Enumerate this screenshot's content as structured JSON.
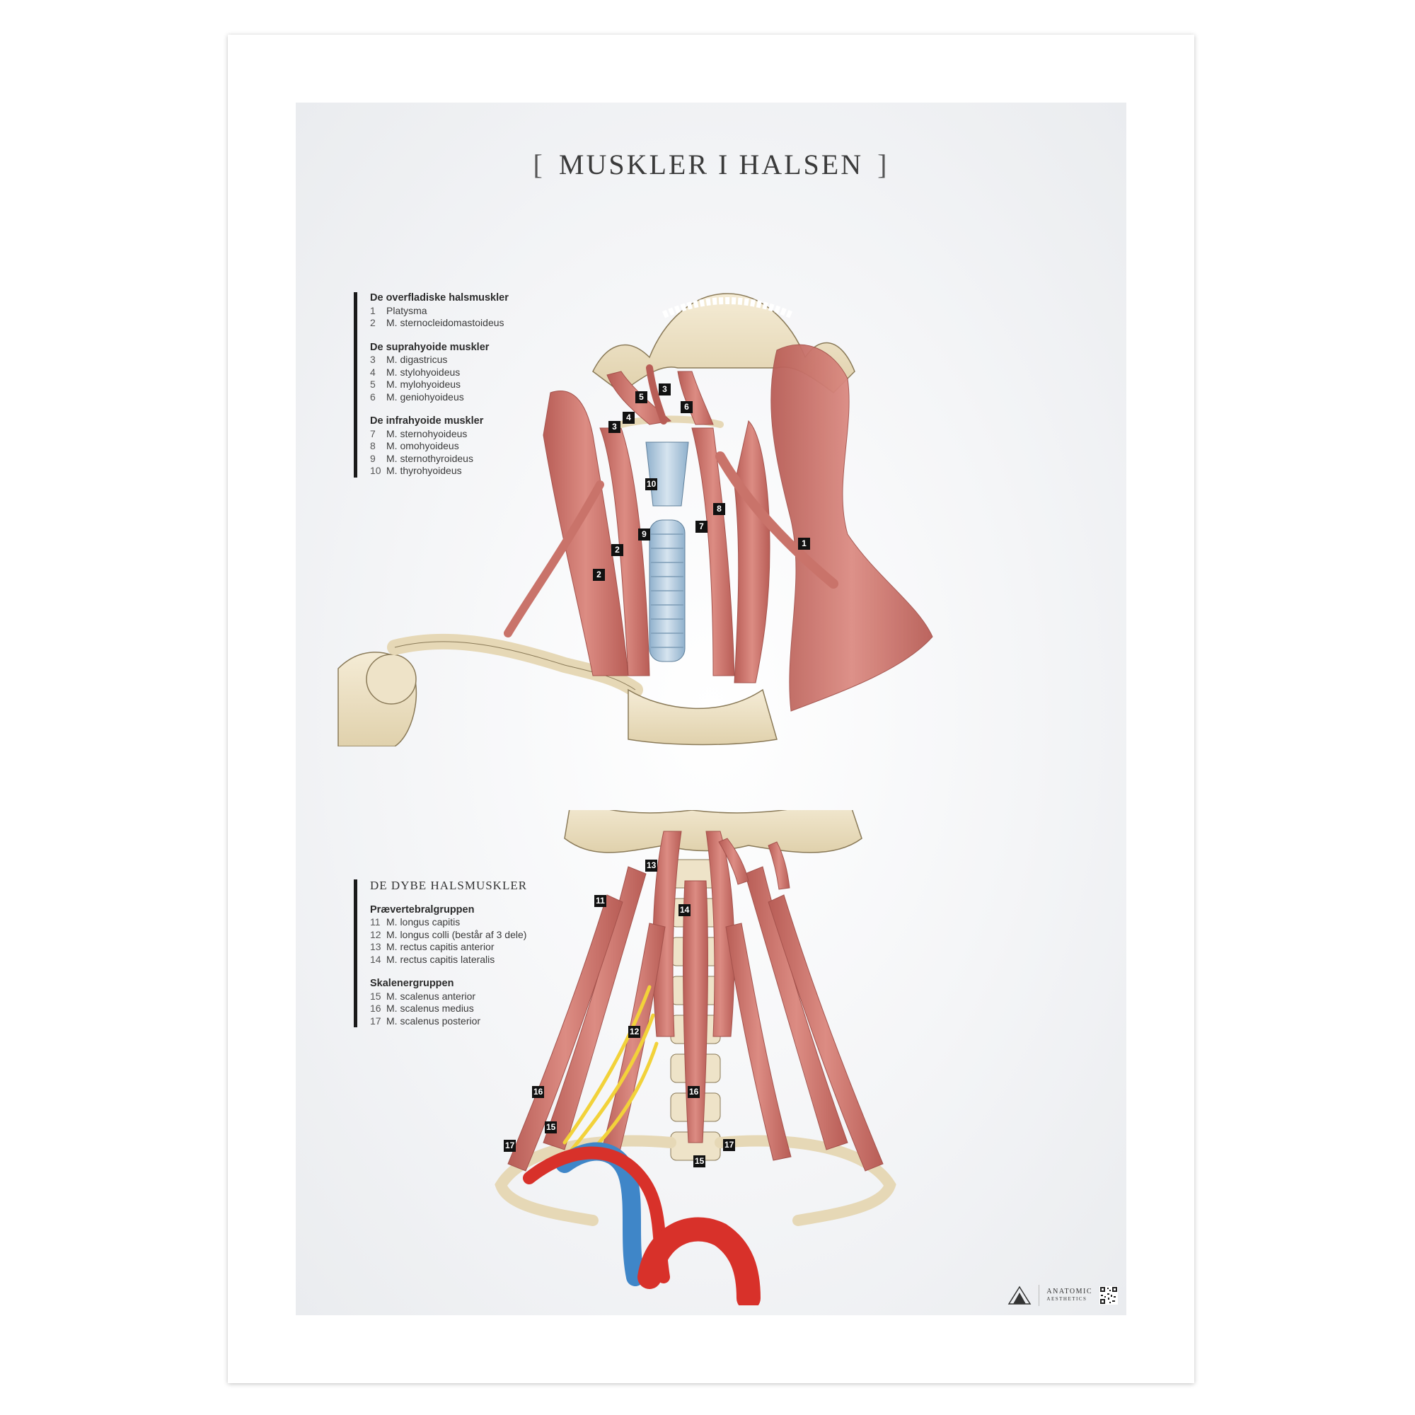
{
  "title": "MUSKLER I HALSEN",
  "title_open": "[",
  "title_close": "]",
  "legend_top": {
    "groups": [
      {
        "heading": "De overfladiske halsmuskler",
        "items": [
          {
            "num": "1",
            "label": "Platysma"
          },
          {
            "num": "2",
            "label": "M. sternocleidomastoideus"
          }
        ]
      },
      {
        "heading": "De suprahyoide muskler",
        "items": [
          {
            "num": "3",
            "label": "M. digastricus"
          },
          {
            "num": "4",
            "label": "M. stylohyoideus"
          },
          {
            "num": "5",
            "label": "M. mylohyoideus"
          },
          {
            "num": "6",
            "label": "M. geniohyoideus"
          }
        ]
      },
      {
        "heading": "De infrahyoide muskler",
        "items": [
          {
            "num": "7",
            "label": "M. sternohyoideus"
          },
          {
            "num": "8",
            "label": "M. omohyoideus"
          },
          {
            "num": "9",
            "label": "M. sternothyroideus"
          },
          {
            "num": "10",
            "label": "M. thyrohyoideus"
          }
        ]
      }
    ]
  },
  "legend_bottom": {
    "heading": "DE DYBE HALSMUSKLER",
    "groups": [
      {
        "heading": "Prævertebralgruppen",
        "items": [
          {
            "num": "11",
            "label": "M. longus capitis"
          },
          {
            "num": "12",
            "label": "M. longus colli (består af 3 dele)"
          },
          {
            "num": "13",
            "label": "M. rectus capitis anterior"
          },
          {
            "num": "14",
            "label": "M. rectus capitis lateralis"
          }
        ]
      },
      {
        "heading": "Skalenergruppen",
        "items": [
          {
            "num": "15",
            "label": "M. scalenus anterior"
          },
          {
            "num": "16",
            "label": "M. scalenus medius"
          },
          {
            "num": "17",
            "label": "M. scalenus posterior"
          }
        ]
      }
    ]
  },
  "figure_top_labels": [
    "5",
    "3",
    "6",
    "4",
    "3",
    "10",
    "8",
    "7",
    "9",
    "2",
    "2",
    "1"
  ],
  "figure_bottom_labels": [
    "11",
    "13",
    "14",
    "12",
    "16",
    "16",
    "15",
    "17",
    "15",
    "17"
  ],
  "brand": {
    "name": "ANATOMIC",
    "tagline": "AESTHETICS"
  },
  "colors": {
    "muscle": "#c9736a",
    "muscle_dark": "#a4524c",
    "bone": "#eee3c8",
    "cartilage": "#b9cfe0",
    "artery": "#d8312a",
    "vein": "#3f86c8",
    "nerve": "#f2d23a"
  }
}
